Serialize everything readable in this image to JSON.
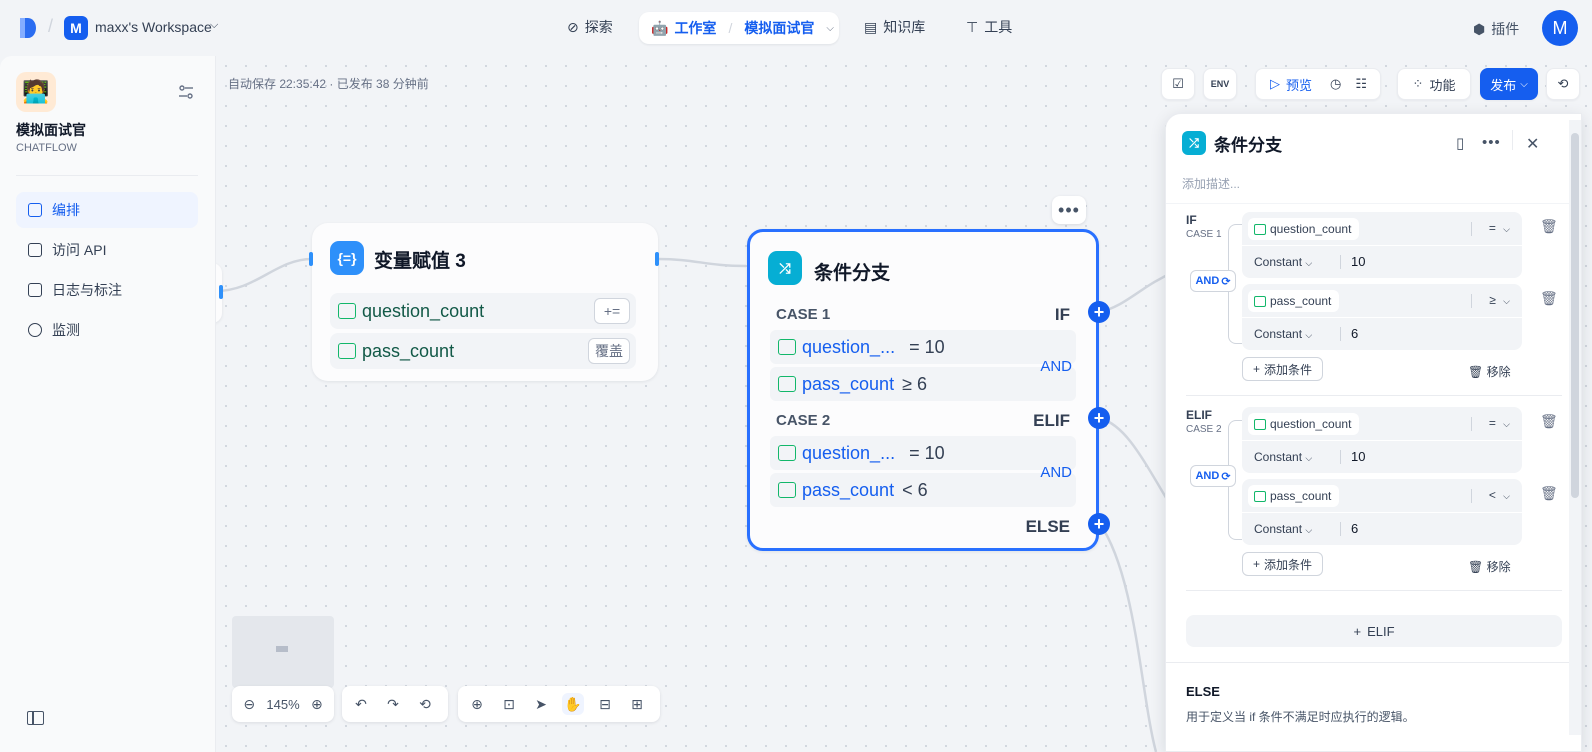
{
  "topbar": {
    "workspace_initial": "M",
    "workspace_name": "maxx's Workspace",
    "nav_explore": "探索",
    "nav_studio": "工作室",
    "nav_current_app": "模拟面试官",
    "nav_knowledge": "知识库",
    "nav_tools": "工具",
    "plugins": "插件",
    "avatar_initial": "M"
  },
  "sidebar": {
    "app_name": "模拟面试官",
    "app_mode": "CHATFLOW",
    "items": [
      {
        "label": "编排",
        "active": true
      },
      {
        "label": "访问 API",
        "active": false
      },
      {
        "label": "日志与标注",
        "active": false
      },
      {
        "label": "监测",
        "active": false
      }
    ]
  },
  "canvas": {
    "autosave": "自动保存 22:35:42 · 已发布 38 分钟前",
    "toolbar": {
      "preview": "预览",
      "features": "功能",
      "publish": "发布"
    },
    "zoom": "145%"
  },
  "nodes": {
    "assign": {
      "title": "变量赋值 3",
      "rows": [
        {
          "var": "question_count",
          "op": "+="
        },
        {
          "var": "pass_count",
          "op": "覆盖"
        }
      ]
    },
    "ifelse": {
      "title": "条件分支",
      "case1_label": "CASE 1",
      "case1_branch": "IF",
      "case1_rows": [
        {
          "var": "question_...",
          "op": "= 10"
        },
        {
          "var": "pass_count",
          "op": "≥ 6"
        }
      ],
      "case1_logic": "AND",
      "case2_label": "CASE 2",
      "case2_branch": "ELIF",
      "case2_rows": [
        {
          "var": "question_...",
          "op": "= 10"
        },
        {
          "var": "pass_count",
          "op": "< 6"
        }
      ],
      "case2_logic": "AND",
      "else_branch": "ELSE"
    }
  },
  "panel": {
    "title": "条件分支",
    "desc_placeholder": "添加描述...",
    "cases": [
      {
        "head": "IF",
        "sub": "CASE 1",
        "logic": "AND",
        "conditions": [
          {
            "var": "question_count",
            "op": "=",
            "type": "Constant",
            "value": "10"
          },
          {
            "var": "pass_count",
            "op": "≥",
            "type": "Constant",
            "value": "6"
          }
        ],
        "add_label": "添加条件",
        "remove_label": "移除"
      },
      {
        "head": "ELIF",
        "sub": "CASE 2",
        "logic": "AND",
        "conditions": [
          {
            "var": "question_count",
            "op": "=",
            "type": "Constant",
            "value": "10"
          },
          {
            "var": "pass_count",
            "op": "<",
            "type": "Constant",
            "value": "6"
          }
        ],
        "add_label": "添加条件",
        "remove_label": "移除"
      }
    ],
    "elif_button": "ELIF",
    "else_title": "ELSE",
    "else_desc": "用于定义当 if 条件不满足时应执行的逻辑。"
  },
  "colors": {
    "accent": "#155eef",
    "variable_green": "#12b76a",
    "node_border": "#2970ff"
  }
}
